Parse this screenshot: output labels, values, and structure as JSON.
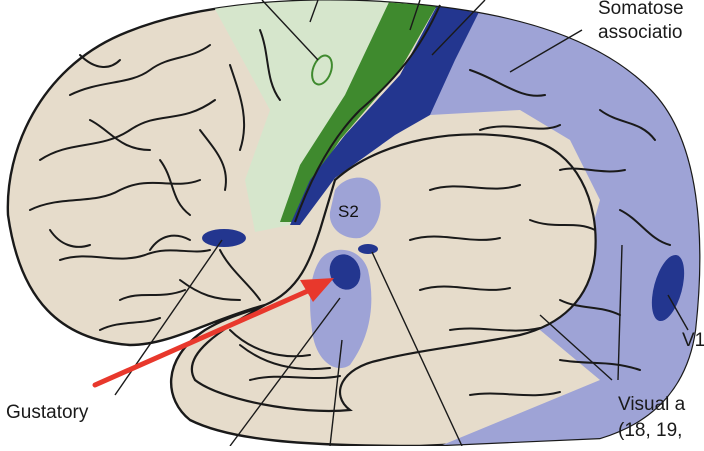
{
  "labels": {
    "somatosensory_line1": "Somatose",
    "somatosensory_line2": "associatio",
    "s2": "S2",
    "v1": "V1",
    "gustatory": "Gustatory",
    "visual_line1": "Visual a",
    "visual_line2": "(18, 19,"
  },
  "colors": {
    "cortex_tan": "#e6dccb",
    "sulcus_line": "#1a1a1a",
    "motor_light_green": "#d6e6cc",
    "motor_dark_green": "#3f8a2e",
    "primary_dark_blue": "#23368f",
    "association_light_blue": "#9ea3d6",
    "arrow_red": "#e8382c"
  }
}
